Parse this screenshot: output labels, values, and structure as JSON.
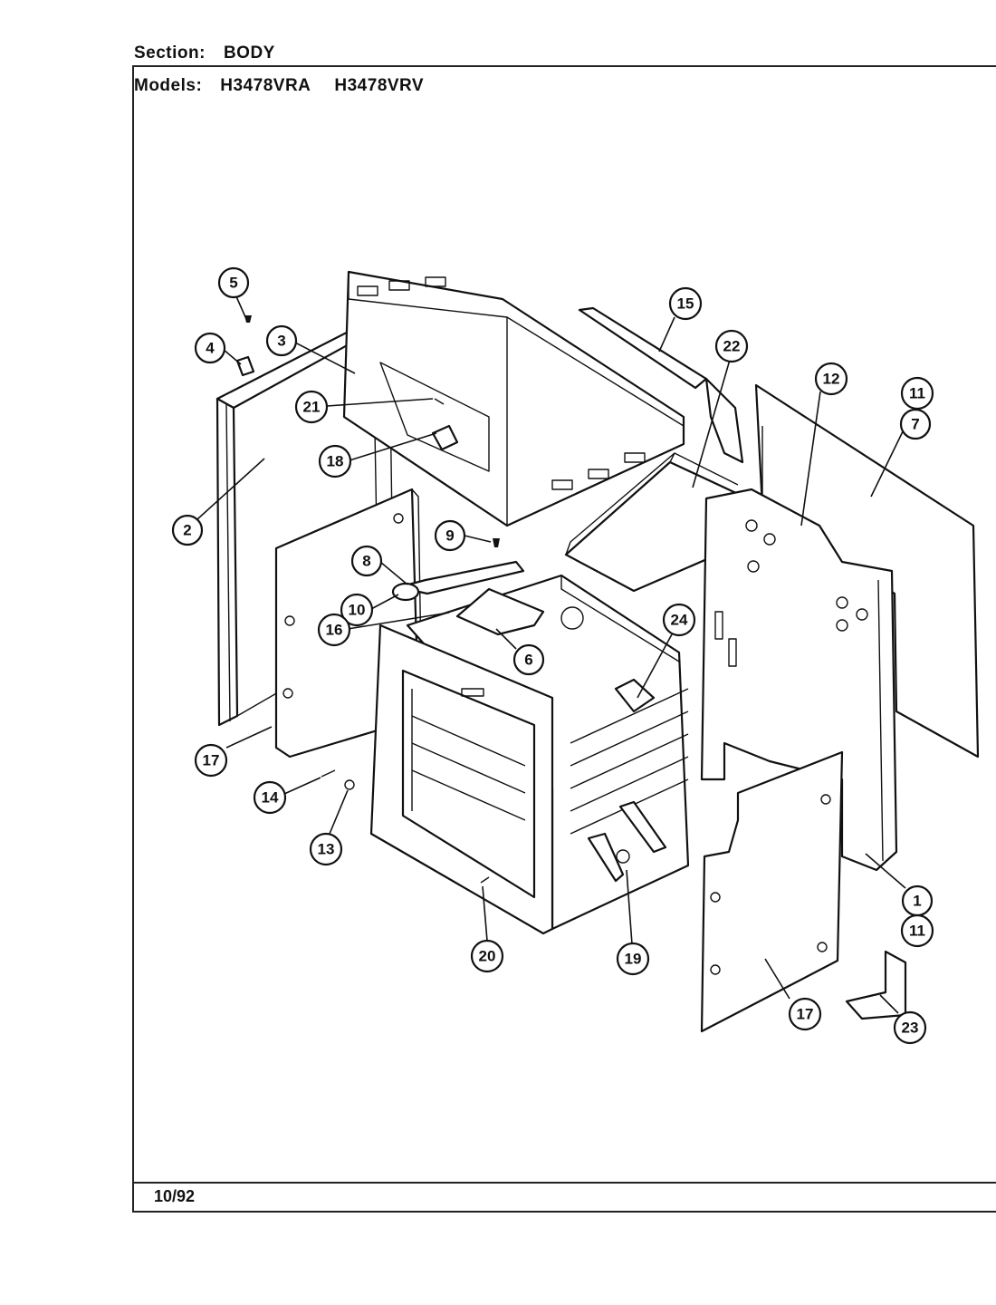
{
  "header": {
    "section_label": "Section:",
    "section_value": "BODY",
    "models_label": "Models:",
    "model_1": "H3478VRA",
    "model_2": "H3478VRV"
  },
  "footer": {
    "date": "10/92"
  },
  "callouts": [
    {
      "id": "c5",
      "label": "5"
    },
    {
      "id": "c4",
      "label": "4"
    },
    {
      "id": "c3",
      "label": "3"
    },
    {
      "id": "c21",
      "label": "21"
    },
    {
      "id": "c18",
      "label": "18"
    },
    {
      "id": "c2",
      "label": "2"
    },
    {
      "id": "c15",
      "label": "15"
    },
    {
      "id": "c22",
      "label": "22"
    },
    {
      "id": "c12",
      "label": "12"
    },
    {
      "id": "c11a",
      "label": "11"
    },
    {
      "id": "c7",
      "label": "7"
    },
    {
      "id": "c9",
      "label": "9"
    },
    {
      "id": "c8",
      "label": "8"
    },
    {
      "id": "c10",
      "label": "10"
    },
    {
      "id": "c16",
      "label": "16"
    },
    {
      "id": "c6",
      "label": "6"
    },
    {
      "id": "c24",
      "label": "24"
    },
    {
      "id": "c17a",
      "label": "17"
    },
    {
      "id": "c14",
      "label": "14"
    },
    {
      "id": "c13",
      "label": "13"
    },
    {
      "id": "c20",
      "label": "20"
    },
    {
      "id": "c19",
      "label": "19"
    },
    {
      "id": "c1",
      "label": "1"
    },
    {
      "id": "c11b",
      "label": "11"
    },
    {
      "id": "c17b",
      "label": "17"
    },
    {
      "id": "c23",
      "label": "23"
    }
  ]
}
